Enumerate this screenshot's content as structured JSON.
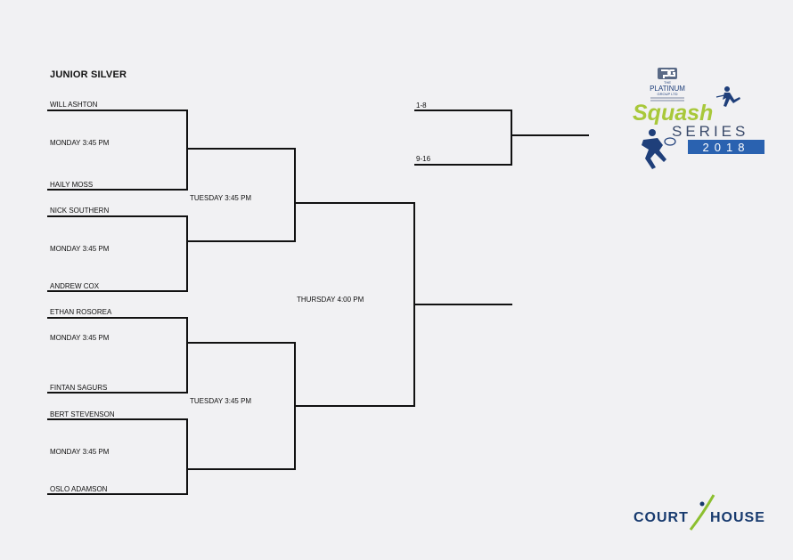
{
  "bracket_title": "JUNIOR SILVER",
  "round1": [
    {
      "top": "WILL ASHTON",
      "time": "MONDAY 3:45 PM",
      "bottom": "HAILY MOSS"
    },
    {
      "top": "NICK SOUTHERN",
      "time": "MONDAY 3:45 PM",
      "bottom": "ANDREW COX"
    },
    {
      "top": "ETHAN ROSOREA",
      "time": "MONDAY 3:45 PM",
      "bottom": "FINTAN SAGURS"
    },
    {
      "top": "BERT STEVENSON",
      "time": "MONDAY 3:45 PM",
      "bottom": "OSLO ADAMSON"
    }
  ],
  "round2": [
    {
      "time": "TUESDAY 3:45 PM"
    },
    {
      "time": "TUESDAY 3:45 PM"
    }
  ],
  "final": {
    "time": "THURSDAY 4:00 PM"
  },
  "playoff": {
    "top": "1-8",
    "bottom": "9-16"
  },
  "sponsor_logo": {
    "small_text_1": "THE",
    "brand": "PLATINUM",
    "small_text_2": "GROUP LTD",
    "word1": "Squash",
    "word2": "SERIES",
    "year": "2018",
    "colors": {
      "green": "#a8c83a",
      "navy": "#1f3f7a",
      "blue": "#2a62b0"
    }
  },
  "venue_logo": {
    "left": "COURT",
    "right": "HOUSE",
    "colors": {
      "navy": "#173a6e",
      "green": "#8cbf2f"
    }
  }
}
